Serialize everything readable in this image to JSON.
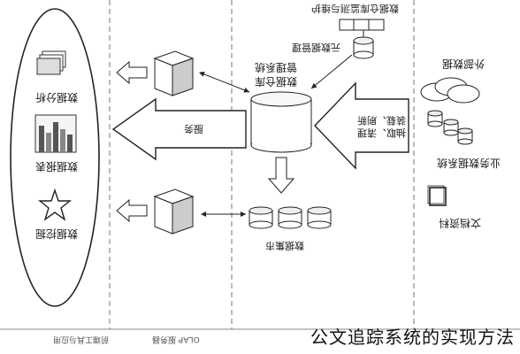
{
  "diagram": {
    "front_tools": {
      "data_analysis": "数据分析",
      "data_report": "数据报表",
      "data_mining": "数据挖掘"
    },
    "dw_system": {
      "manager": "数据仓库\n管理系统",
      "metadata_manager": "元数据管理",
      "monitor_maintain": "数据仓库监测与维护",
      "data_mart": "数据集市",
      "service": "服务",
      "etl": "抽取、清理\n装载、刷新"
    },
    "sources": {
      "external": "外部数据",
      "business": "业务数据系统",
      "document": "文档资料"
    },
    "footer": {
      "front_tools": "前端工具与应用",
      "olap_server": "OLAP 服务器"
    },
    "watermark": "公文追踪系统的实现方法"
  }
}
